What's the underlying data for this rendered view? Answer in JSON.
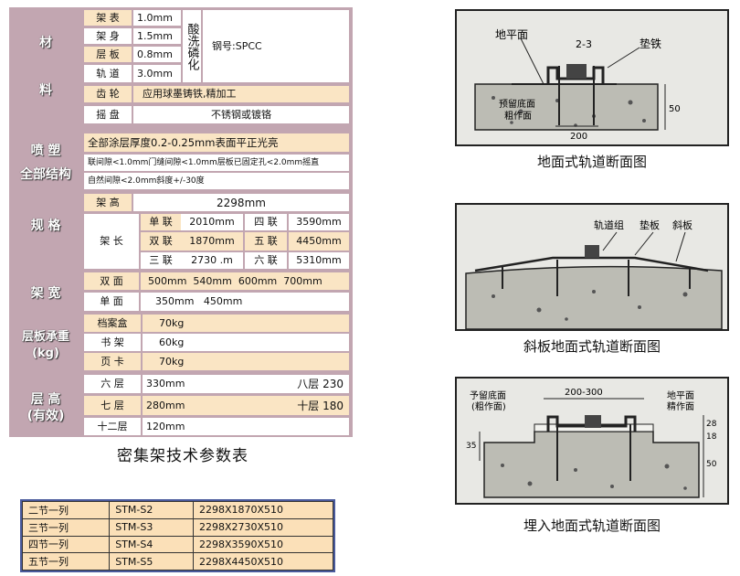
{
  "spec": {
    "cat_material_1": "材",
    "cat_material_2": "料",
    "mat_rows": [
      {
        "label": "架 表",
        "value": "1.0mm"
      },
      {
        "label": "架 身",
        "value": "1.5mm"
      },
      {
        "label": "层 板",
        "value": "0.8mm"
      },
      {
        "label": "轨 道",
        "value": "3.0mm"
      }
    ],
    "acid_treat": "酸洗磷化",
    "steel_grade": "钢号:SPCC",
    "gear_label": "齿 轮",
    "gear_value": "应用球墨铸铁,精加工",
    "disk_label": "摇 盘",
    "disk_value": "不锈钢或镀铬",
    "cat_spray_1": "喷 塑",
    "cat_spray_2": "全部结构",
    "spray_line1": "全部涂层厚度0.2-0.25mm表面平正光亮",
    "spray_line2": "联间隙<1.0mm门缝间隙<1.0mm层板已固定孔<2.0mm摇直",
    "spray_line3": "自然间隙<2.0mm斜度+/-30度",
    "cat_spec": "规 格",
    "height_label": "架 高",
    "height_value": "2298mm",
    "length_label": "架 长",
    "length_rows": [
      {
        "a": "单 联",
        "av": "2010mm",
        "b": "四 联",
        "bv": "3590mm"
      },
      {
        "a": "双 联",
        "av": "1870mm",
        "b": "五 联",
        "bv": "4450mm"
      },
      {
        "a": "三 联",
        "av": "2730 .m",
        "b": "六 联",
        "bv": "5310mm"
      }
    ],
    "cat_width": "架 宽",
    "double_label": "双 面",
    "double_values": "500mm  540mm  600mm  700mm",
    "single_label": "单 面",
    "single_values": "350mm   450mm",
    "cat_load_1": "层板承重",
    "cat_load_2": "(kg)",
    "load_rows": [
      {
        "label": "档案盒",
        "value": "70kg"
      },
      {
        "label": "书 架",
        "value": "60kg"
      },
      {
        "label": "页 卡",
        "value": "70kg"
      }
    ],
    "cat_layer_1": "层 高",
    "cat_layer_2": "(有效)",
    "layer_rows": [
      {
        "label": "六 层",
        "value": "330mm",
        "extra": "八层 230"
      },
      {
        "label": "七 层",
        "value": "280mm",
        "extra": "十层 180"
      },
      {
        "label": "十二层",
        "value": "120mm",
        "extra": ""
      }
    ]
  },
  "caption": "密集架技术参数表",
  "models": [
    {
      "name": "二节一列",
      "code": "STM-S2",
      "size": "2298X1870X510"
    },
    {
      "name": "三节一列",
      "code": "STM-S3",
      "size": "2298X2730X510"
    },
    {
      "name": "四节一列",
      "code": "STM-S4",
      "size": "2298X3590X510"
    },
    {
      "name": "五节一列",
      "code": "STM-S5",
      "size": "2298X4450X510"
    }
  ],
  "diagram1": {
    "caption": "地面式轨道断面图",
    "ground": "地平面",
    "pad": "垫铁",
    "dim_top": "2-3",
    "reserved": "预留底面",
    "rough": "粗作面",
    "dim_bottom": "200",
    "dim_side": "50"
  },
  "diagram2": {
    "caption": "斜板地面式轨道断面图",
    "rail_group": "轨道组",
    "pad": "垫板",
    "slope": "斜板"
  },
  "diagram3": {
    "caption": "埋入地面式轨道断面图",
    "reserved": "予留底面",
    "rough": "(粗作面)",
    "dim_top": "200-300",
    "ground": "地平面",
    "fine": "精作面",
    "dim_a": "35",
    "dim_b": "28",
    "dim_c": "18",
    "dim_d": "50"
  }
}
